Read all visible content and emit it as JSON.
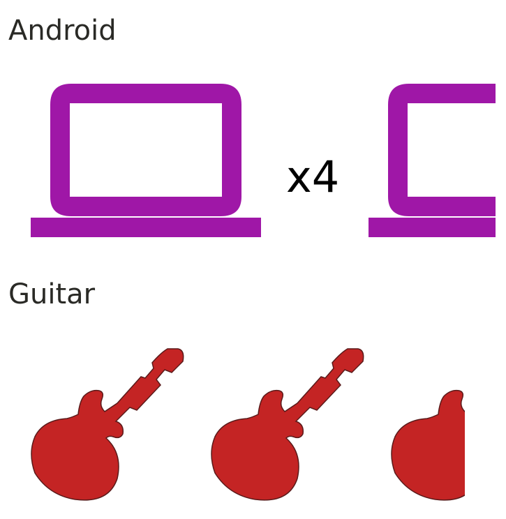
{
  "sections": [
    {
      "label": "Android",
      "icon": "laptop-icon",
      "color": "#9f17a7",
      "multiplier": "x4"
    },
    {
      "label": "Guitar",
      "icon": "guitar-icon",
      "color": "#c42424"
    }
  ]
}
